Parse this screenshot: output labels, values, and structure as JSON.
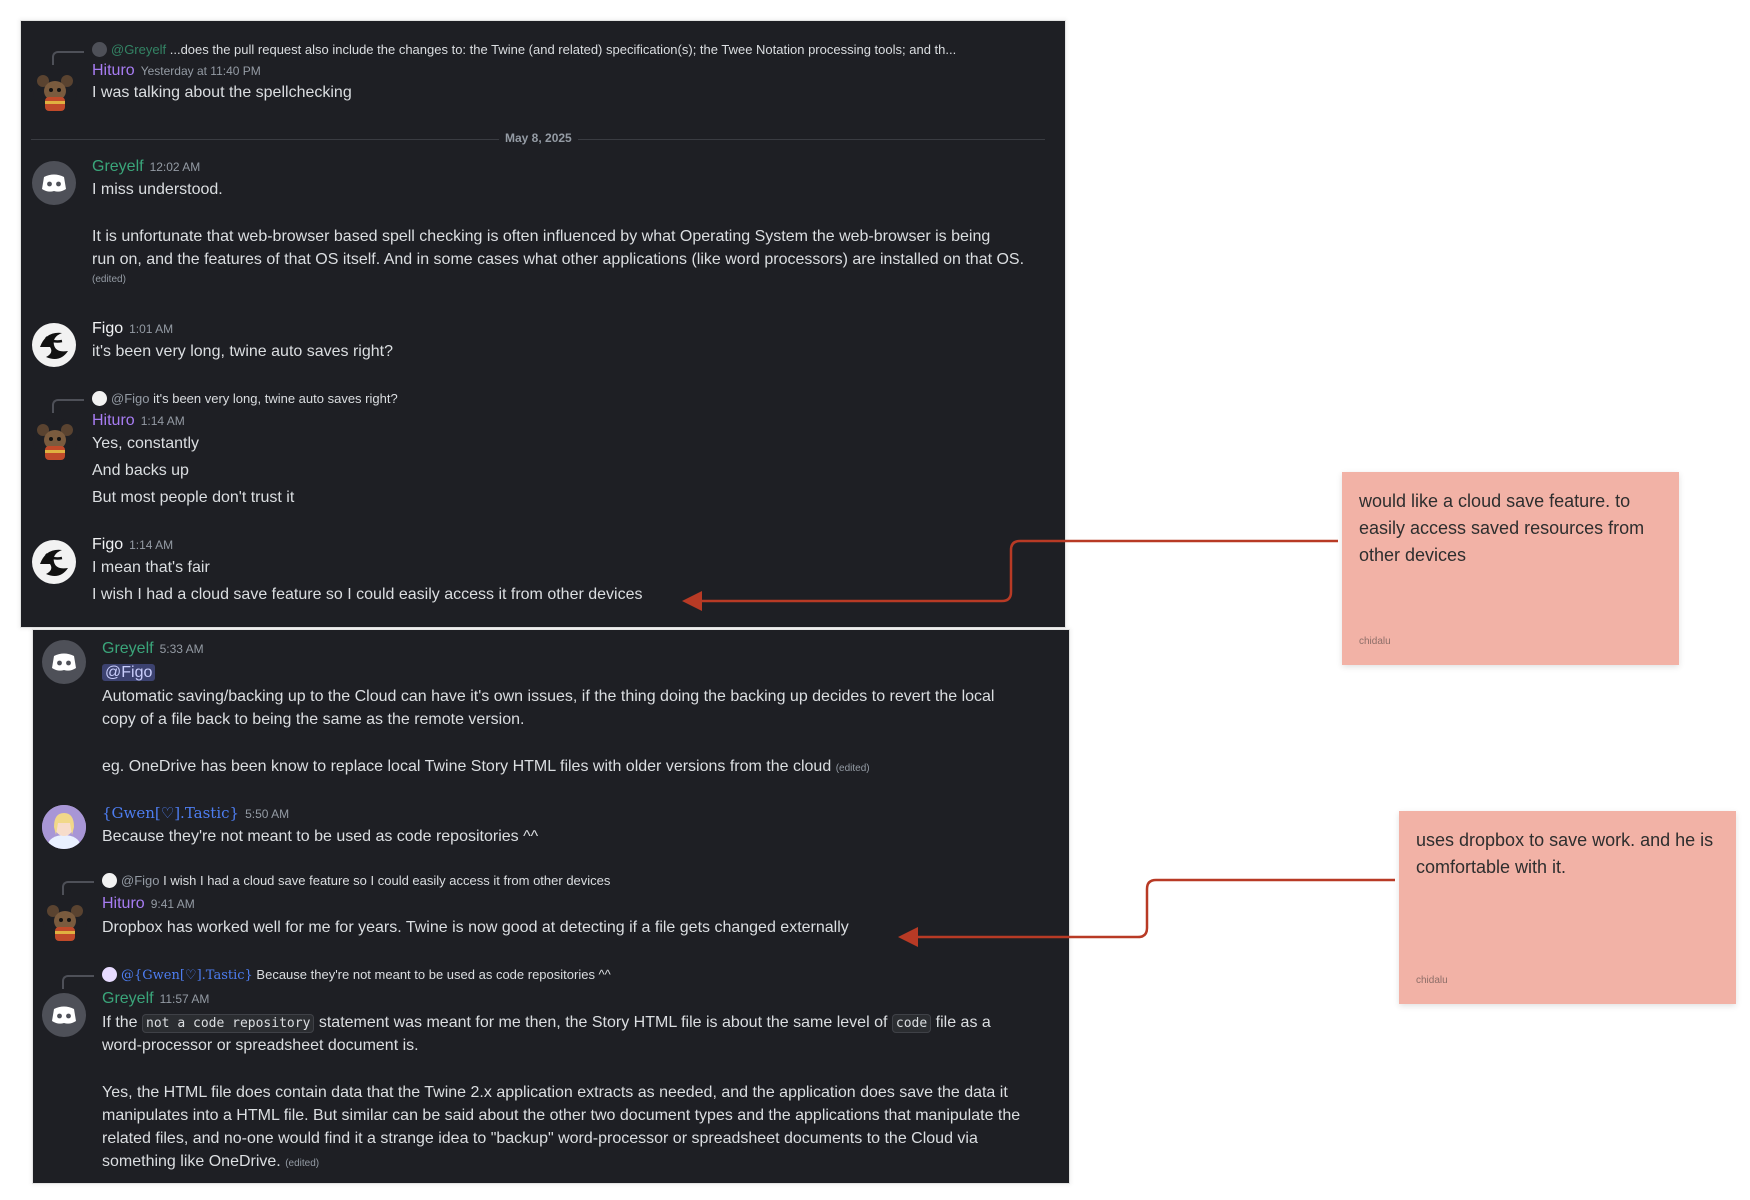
{
  "panel1": {
    "reply_to_greyelf": {
      "mention": "@Greyelf",
      "text": "...does the pull request also include the changes to: the Twine (and related) specification(s); the Twee Notation processing tools; and th..."
    },
    "msg_hituro_1": {
      "author": "Hituro",
      "time": "Yesterday at 11:40 PM",
      "text": "I was talking about the spellchecking"
    },
    "date_divider": "May 8, 2025",
    "msg_greyelf_1": {
      "author": "Greyelf",
      "time": "12:02 AM",
      "line1": "I miss understood.",
      "line2": "It is unfortunate that web-browser based spell checking is often influenced by what Operating System the web-browser is being",
      "line3": "run on, and the features of that OS itself. And in some cases what other applications (like word processors) are installed on that OS.",
      "edited": "(edited)"
    },
    "msg_figo_1": {
      "author": "Figo",
      "time": "1:01 AM",
      "text": "it's been very long, twine auto saves right?"
    },
    "reply_to_figo_1": {
      "mention": "@Figo",
      "text": "it's been very long, twine auto saves right?"
    },
    "msg_hituro_2": {
      "author": "Hituro",
      "time": "1:14 AM",
      "line1": "Yes, constantly",
      "line2": "And backs up",
      "line3": "But most people don't trust it"
    },
    "msg_figo_2": {
      "author": "Figo",
      "time": "1:14 AM",
      "line1": "I mean that's fair",
      "line2": "I wish I had a cloud save feature so I could easily access it from other devices"
    }
  },
  "panel2": {
    "msg_greyelf_2": {
      "author": "Greyelf",
      "time": "5:33 AM",
      "mention": "@Figo",
      "line1": "Automatic saving/backing up to the Cloud can have it's own issues, if the thing doing the backing up decides to revert the local",
      "line2": "copy of a file back to being the same as the remote version.",
      "line3": "eg. OneDrive has been know to replace local Twine Story HTML files with older versions from the cloud",
      "edited": "(edited)"
    },
    "msg_gwen": {
      "author": "{Gwen[♡].Tastic}",
      "time": "5:50 AM",
      "text": "Because they're not meant to be used as code repositories ^^"
    },
    "reply_to_figo_2": {
      "mention": "@Figo",
      "text": "I wish I had a cloud save feature so I could easily access it from other devices"
    },
    "msg_hituro_3": {
      "author": "Hituro",
      "time": "9:41 AM",
      "text": "Dropbox has worked well for me for years. Twine is now good at detecting if a file gets changed externally"
    },
    "reply_to_gwen": {
      "mention": "@{Gwen[♡].Tastic}",
      "text": "Because they're not meant to be used as code repositories ^^"
    },
    "msg_greyelf_3": {
      "author": "Greyelf",
      "time": "11:57 AM",
      "l1_a": "If the",
      "l1_code1": "not a code repository",
      "l1_b": "statement was meant for me then,  the Story HTML file is about the same level of",
      "l1_code2": "code",
      "l1_c": "file as a",
      "line2": "word-processor or spreadsheet document is.",
      "line3": "Yes, the HTML file does contain data that the Twine 2.x application extracts as needed, and the application does save the data it",
      "line4": "manipulates into a HTML file. But similar can be said about the other two document types and the applications that manipulate the",
      "line5": "related files, and no-one would find it a strange idea to \"backup\" word-processor or spreadsheet documents to the Cloud via",
      "line6": "something like OneDrive.",
      "edited": "(edited)"
    }
  },
  "notes": [
    {
      "text": "would like a cloud save feature. to easily access saved resources from other devices",
      "author": "chidalu",
      "color": "#f2b2a6"
    },
    {
      "text": "uses dropbox to save work. and he is comfortable with it.",
      "author": "chidalu",
      "color": "#f2b2a6"
    }
  ],
  "colors": {
    "chat_bg": "#1e1f24",
    "hituro": "#a77cf2",
    "greyelf": "#3aa57a",
    "gwen": "#4d7df0",
    "arrow": "#b83a25"
  }
}
